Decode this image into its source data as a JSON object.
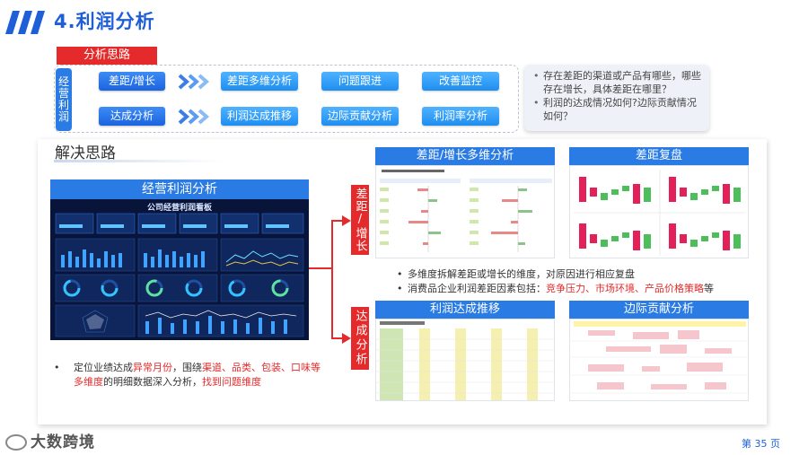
{
  "header": {
    "title": "4.利润分析"
  },
  "analysis": {
    "label": "分析思路",
    "side_tab": "经营利润",
    "row1": {
      "start": "差距/增长",
      "items": [
        "差距多维分析",
        "问题跟进",
        "改善监控"
      ]
    },
    "row2": {
      "start": "达成分析",
      "items": [
        "利润达成推移",
        "边际贡献分析",
        "利润率分析"
      ]
    },
    "questions": [
      "存在差距的渠道或产品有哪些，哪些存在增长，具体差距在哪里？",
      "利润的达成情况如何?边际贡献情况如何？"
    ]
  },
  "solution": {
    "title": "解决思路",
    "dashboard_title": "经营利润分析",
    "dashboard_subtitle": "公司经营利润看板",
    "gap_tab": "差距/增长",
    "achieve_tab": "达成分析",
    "panels": {
      "multi": "差距/增长多维分析",
      "review": "差距复盘",
      "trend": "利润达成推移",
      "margin": "边际贡献分析"
    },
    "mid_bullets": {
      "b1": "多维度拆解差距或增长的维度，对原因进行相应复盘",
      "b2_prefix": "消费品企业利润差距因素包括：",
      "b2_red": "竞争压力、市场环境、产品价格策略",
      "b2_suffix": "等"
    },
    "note": {
      "p1": "定位业绩达成",
      "r1": "异常月份",
      "p2": "，围绕",
      "r2": "渠道、品类、包装、口味等多维度",
      "p3": "的明细数据深入分析，",
      "r3": "找到问题维度"
    }
  },
  "footer": {
    "logo": "大数跨境",
    "page": "第 35 页"
  },
  "colors": {
    "accent_blue": "#2a7be4",
    "accent_red": "#e42a2a",
    "title_blue": "#1e5fd8"
  }
}
